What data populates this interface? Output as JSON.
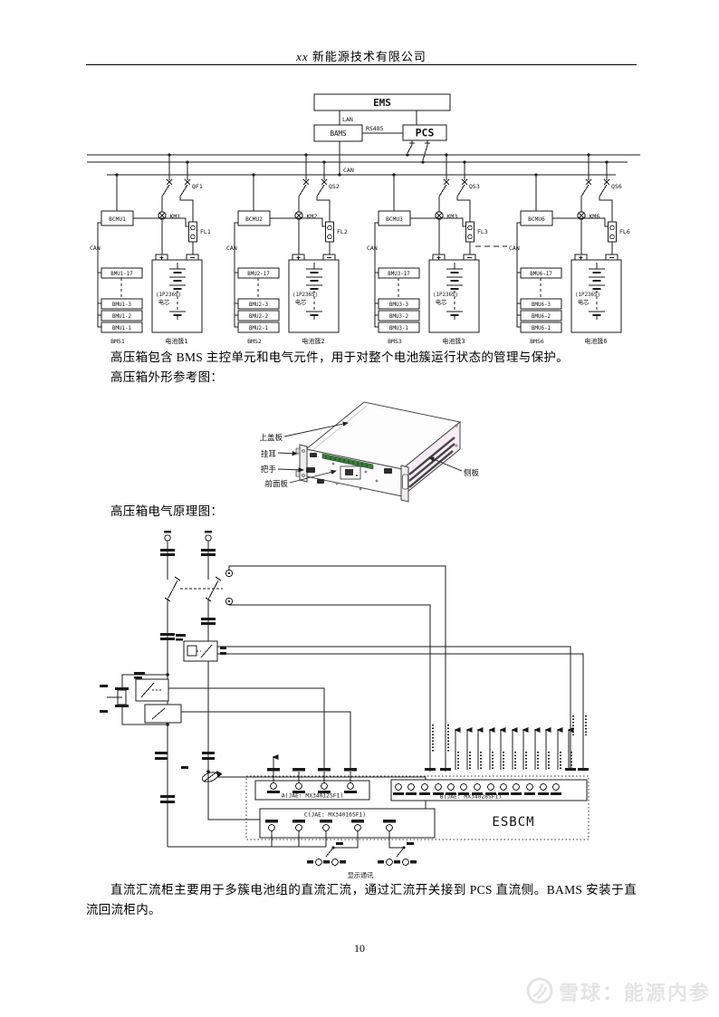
{
  "page": {
    "header_prefix": "xx",
    "header_company": " 新能源技术有限公司",
    "page_number": "10"
  },
  "paragraphs": {
    "p1": "高压箱包含 BMS 主控单元和电气元件，用于对整个电池簇运行状态的管理与保护。",
    "p2": "高压箱外形参考图：",
    "p3": "高压箱电气原理图：",
    "p4": "直流汇流柜主要用于多簇电池组的直流汇流，通过汇流开关接到 PCS 直流侧。BAMS 安装于直流回流柜内。"
  },
  "system_diagram": {
    "ems": "EMS",
    "lan": "LAN",
    "bams": "BAMS",
    "rs485": "RS485",
    "pcs": "PCS",
    "can_bus": "CAN",
    "clusters": [
      {
        "switch": "QF1",
        "contactor": "KM1",
        "fuse": "FL1",
        "bcmu": "BCMU1",
        "can": "CAN",
        "bmu_last": "BMU1-17",
        "bmu3": "BMU1-3",
        "bmu2": "BMU1-2",
        "bmu1": "BMU1-1",
        "cell_spec": "(1P236S)",
        "cell": "电芯",
        "bms": "BMS1",
        "cluster": "电池簇1"
      },
      {
        "switch": "QS2",
        "contactor": "KM2",
        "fuse": "FL2",
        "bcmu": "BCMU2",
        "can": "CAN",
        "bmu_last": "BMU2-17",
        "bmu3": "BMU2-3",
        "bmu2": "BMU2-2",
        "bmu1": "BMU2-1",
        "cell_spec": "(1P236S)",
        "cell": "电芯",
        "bms": "BMS2",
        "cluster": "电池簇2"
      },
      {
        "switch": "QS3",
        "contactor": "KM3",
        "fuse": "FL3",
        "bcmu": "BCMU3",
        "can": "CAN",
        "bmu_last": "BMU3-17",
        "bmu3": "BMU3-3",
        "bmu2": "BMU3-2",
        "bmu1": "BMU3-1",
        "cell_spec": "(1P236S)",
        "cell": "电芯",
        "bms": "BMS3",
        "cluster": "电池簇3"
      },
      {
        "switch": "QS6",
        "contactor": "KM6",
        "fuse": "FL6",
        "bcmu": "BCMU6",
        "can": "CAN",
        "bmu_last": "BMU6-17",
        "bmu3": "BMU6-3",
        "bmu2": "BMU6-2",
        "bmu1": "BMU6-1",
        "cell_spec": "(1P236S)",
        "cell": "电芯",
        "bms": "BMS6",
        "cluster": "电池簇6"
      }
    ]
  },
  "hv_box_figure": {
    "top_cover": "上盖板",
    "ear": "挂耳",
    "handle": "把手",
    "front_panel": "前面板",
    "side_panel": "侧板"
  },
  "schematic": {
    "connector_a": "A(JAE: MX34012SF1)",
    "connector_b": "B(JAE: MX34028SF1)",
    "connector_c": "C(JAE: MX34016SF1)",
    "board": "ESBCM",
    "display_comm": "显示通讯"
  },
  "watermark": {
    "text": "雪球：能源内参"
  }
}
